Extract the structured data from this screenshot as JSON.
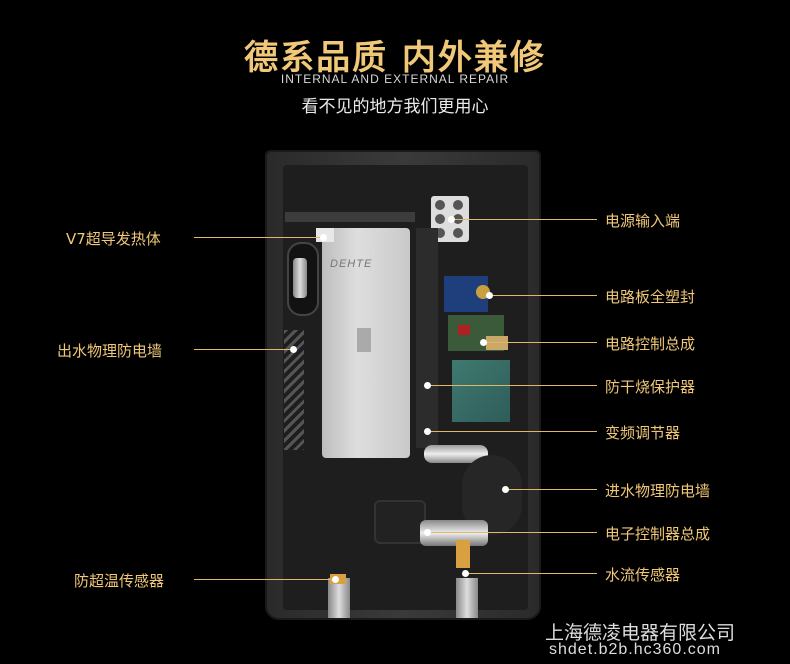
{
  "header": {
    "title": "德系品质 内外兼修",
    "subtitle_en": "INTERNAL AND EXTERNAL REPAIR",
    "subtitle_cn": "看不见的地方我们更用心"
  },
  "heater_logo": "DEHTE",
  "labels_left": [
    {
      "text": "V7超导发热体"
    },
    {
      "text": "出水物理防电墙"
    },
    {
      "text": "防超温传感器"
    }
  ],
  "labels_right": [
    {
      "text": "电源输入端"
    },
    {
      "text": "电路板全塑封"
    },
    {
      "text": "电路控制总成"
    },
    {
      "text": "防干烧保护器"
    },
    {
      "text": "变频调节器"
    },
    {
      "text": "进水物理防电墙"
    },
    {
      "text": "电子控制器总成"
    },
    {
      "text": "水流传感器"
    }
  ],
  "watermark": {
    "company": "上海德凌电器有限公司",
    "website": "shdet.b2b.hc360.com"
  },
  "colors": {
    "accent": "#f0c878",
    "background": "#000000"
  }
}
